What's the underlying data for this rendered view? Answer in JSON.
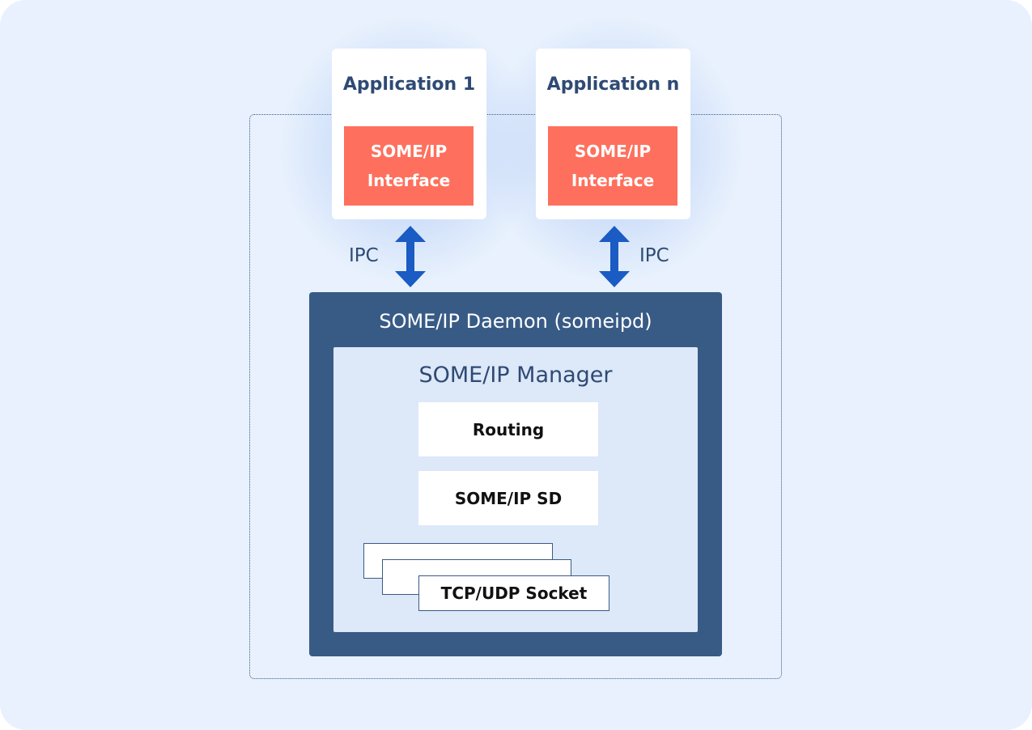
{
  "applications": [
    {
      "title": "Application 1",
      "interface_line1": "SOME/IP",
      "interface_line2": "Interface"
    },
    {
      "title": "Application n",
      "interface_line1": "SOME/IP",
      "interface_line2": "Interface"
    }
  ],
  "ipc": {
    "left_label": "IPC",
    "right_label": "IPC"
  },
  "daemon": {
    "title": "SOME/IP Daemon (someipd)"
  },
  "manager": {
    "title": "SOME/IP Manager",
    "routing": "Routing",
    "sd": "SOME/IP SD",
    "socket": "TCP/UDP Socket"
  },
  "colors": {
    "background": "#e8f1fd",
    "interface": "#fe705d",
    "daemon": "#385b86",
    "manager": "#dde8f8",
    "arrow": "#1a5bc4",
    "text_dark": "#2e4a74"
  }
}
